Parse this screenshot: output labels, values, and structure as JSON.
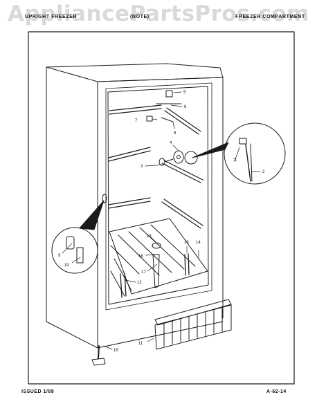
{
  "watermark": "AppliancePartsPros.com",
  "header": {
    "left": "UPRIGHT FREEZER",
    "center": "(NOTE)",
    "right": "FREEZER COMPARTMENT"
  },
  "footer": {
    "issued": "ISSUED 1/89",
    "page_code": "A-62-14"
  },
  "callouts": {
    "c1": "1",
    "c2": "2",
    "c3": "3",
    "c4": "4",
    "c5": "5",
    "c6": "6",
    "c7": "7",
    "c7b": "7",
    "c8": "8",
    "c9": "9",
    "c10": "10",
    "c11": "11",
    "c12": "12",
    "c13": "13",
    "c14": "14",
    "c15": "15",
    "c16": "16",
    "c17": "17",
    "c18": "18"
  }
}
